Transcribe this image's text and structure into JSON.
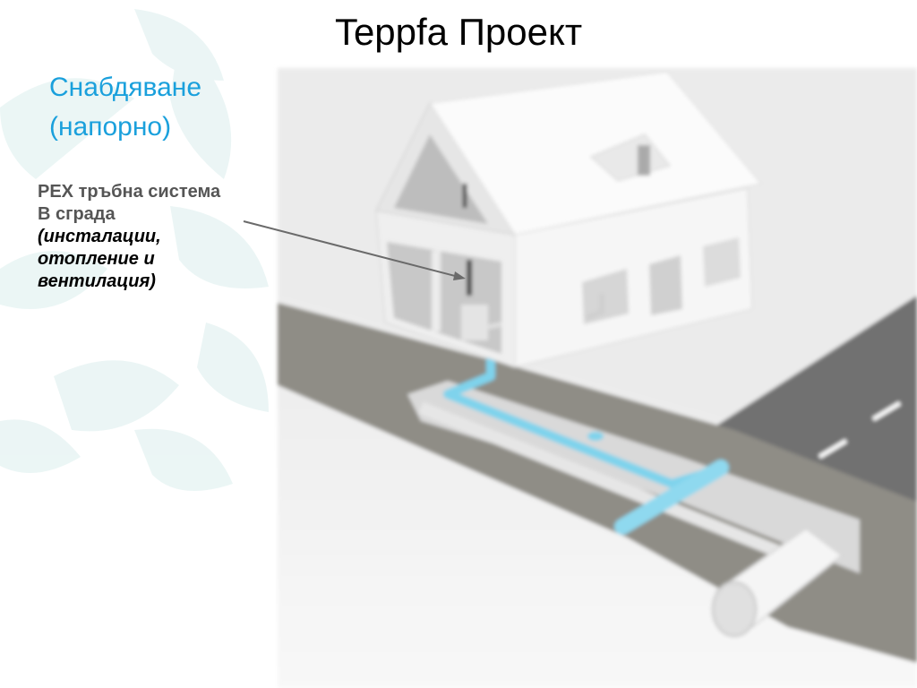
{
  "slide": {
    "title": "Teppfa Проект",
    "subtitle_lines": [
      "Снабдяване",
      "(напорно)"
    ]
  },
  "note": {
    "line1": "PEX тръбна система",
    "line2": "В сграда",
    "italic_lines": [
      "(инсталации,",
      "отопление и",
      "вентилация)"
    ]
  },
  "colors": {
    "accent": "#1aa0dc",
    "pipe": "#7fd3ec",
    "soil": "#8c8a84",
    "road": "#6f6f6f",
    "house": "#f2f2f2"
  },
  "icons": {
    "background": "snowflake-decoration",
    "diagram": "house-pipe-cutaway-illustration"
  }
}
